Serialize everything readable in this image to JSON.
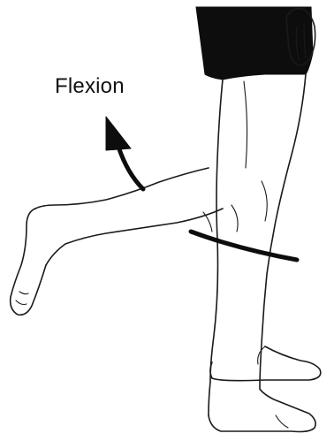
{
  "diagram": {
    "label": "Flexion",
    "colors": {
      "ink": "#1a1a1a",
      "shorts": "#0d0d0d",
      "background": "#ffffff"
    },
    "icons": {
      "motion_arrow": "curved-arrow-up",
      "axis_line": "curved-rotation-line"
    }
  }
}
